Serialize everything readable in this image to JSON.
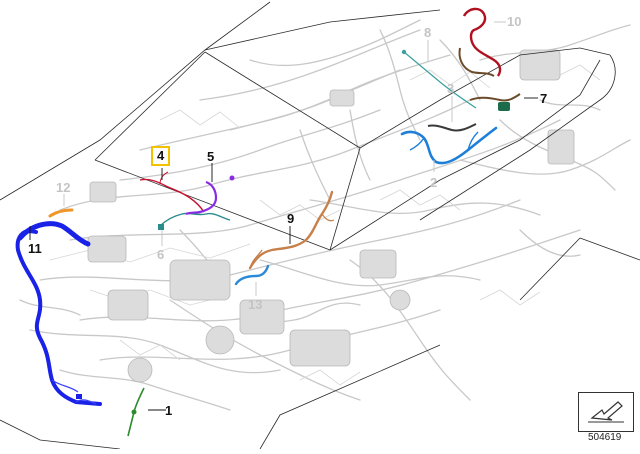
{
  "diagram": {
    "reference_number": "504619",
    "colors": {
      "background": "#ffffff",
      "harness_gray": "#c8c8c8",
      "body_outline": "#2a2a2a",
      "highlight_box": "#f2c200",
      "part1_green": "#2e8b2e",
      "part2_blue": "#1e7fd8",
      "part3_darkgray": "#3a3a3a",
      "part4_red": "#c8102e",
      "part5_purple": "#8a2be2",
      "part6_teal": "#2a8c8c",
      "part7_darkgreen": "#1c6b4a",
      "part8_teal": "#3aa0a0",
      "part9_copper": "#c8804a",
      "part10_darkred": "#b01020",
      "part11_blue": "#1a22e8",
      "part12_orange": "#f0962a",
      "part13_blue": "#2a8ad8",
      "brown": "#6b4a2a"
    },
    "callouts": [
      {
        "id": "1",
        "label": "1",
        "faded": false,
        "highlighted": false
      },
      {
        "id": "2",
        "label": "2",
        "faded": true,
        "highlighted": false
      },
      {
        "id": "3",
        "label": "3",
        "faded": true,
        "highlighted": false
      },
      {
        "id": "4",
        "label": "4",
        "faded": false,
        "highlighted": true
      },
      {
        "id": "5",
        "label": "5",
        "faded": false,
        "highlighted": false
      },
      {
        "id": "6",
        "label": "6",
        "faded": true,
        "highlighted": false
      },
      {
        "id": "7",
        "label": "7",
        "faded": false,
        "highlighted": false
      },
      {
        "id": "8",
        "label": "8",
        "faded": true,
        "highlighted": false
      },
      {
        "id": "9",
        "label": "9",
        "faded": false,
        "highlighted": false
      },
      {
        "id": "10",
        "label": "10",
        "faded": true,
        "highlighted": false
      },
      {
        "id": "11",
        "label": "11",
        "faded": false,
        "highlighted": false
      },
      {
        "id": "12",
        "label": "12",
        "faded": true,
        "highlighted": false
      },
      {
        "id": "13",
        "label": "13",
        "faded": true,
        "highlighted": false
      }
    ],
    "nav_icon": "arrow-down-left-icon"
  }
}
